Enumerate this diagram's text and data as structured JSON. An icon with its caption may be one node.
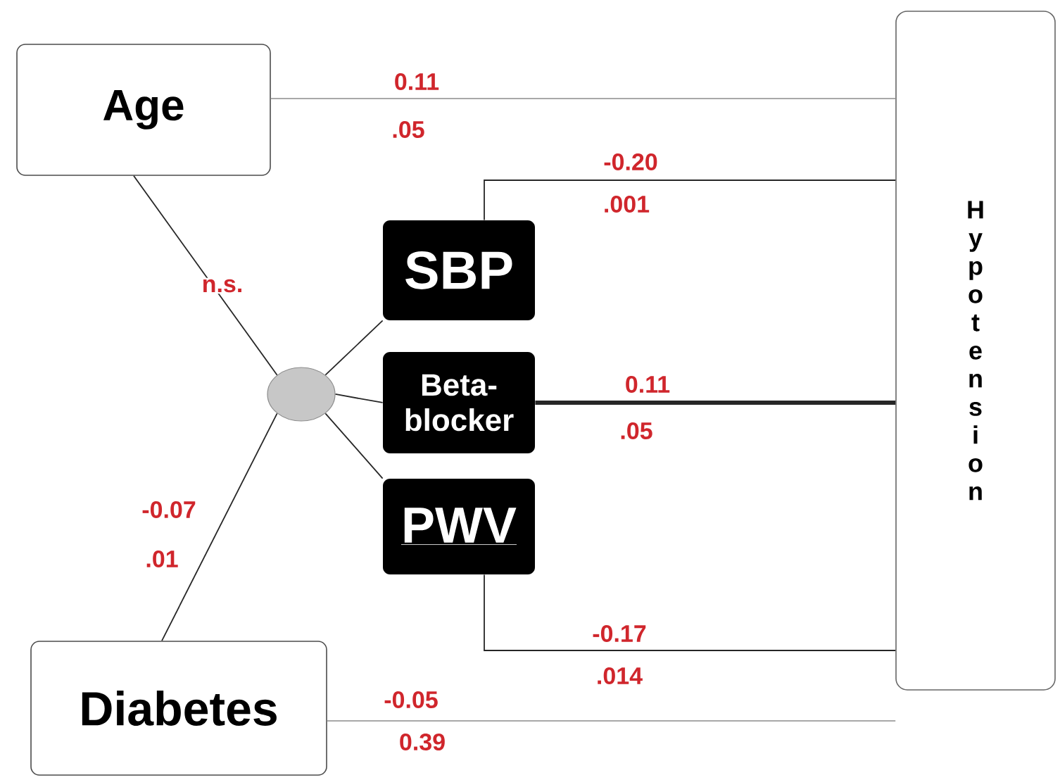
{
  "diagram": {
    "nodes": [
      {
        "text": [
          "Age"
        ]
      },
      {
        "text": [
          "SBP"
        ]
      },
      {
        "text": [
          "Beta-blocker"
        ]
      },
      {
        "text": [
          "PWV"
        ]
      },
      {
        "text": [],
        "shape": "circle"
      },
      {
        "text": [
          "Diabetes"
        ]
      },
      {
        "text": [
          "Hypotension"
        ]
      }
    ],
    "edges": [
      {
        "from": 0,
        "to": 6,
        "arrow": "none",
        "label": "0.11",
        "color": "#a8a8a8"
      },
      {
        "from": 1,
        "to": 6,
        "arrow": "none",
        "label": "-0.20"
      },
      {
        "from": 2,
        "to": 6,
        "arrow": "none",
        "label": "0.11",
        "style": "thick"
      },
      {
        "from": 3,
        "to": 6,
        "arrow": "none",
        "label": "-0.17"
      },
      {
        "from": 5,
        "to": 6,
        "arrow": "none",
        "label": "-0.05",
        "color": "#a8a8a8"
      },
      {
        "from": 0,
        "to": 4,
        "arrow": "none",
        "label": "n.s."
      },
      {
        "from": 5,
        "to": 4,
        "arrow": "none",
        "label": "-0.07"
      },
      {
        "from": 4,
        "to": 1,
        "arrow": "none"
      },
      {
        "from": 4,
        "to": 2,
        "arrow": "none"
      },
      {
        "from": 4,
        "to": 3,
        "arrow": "none"
      }
    ],
    "labels": [
      ".05",
      ".001",
      ".05",
      ".014",
      "0.39",
      ".01"
    ]
  }
}
